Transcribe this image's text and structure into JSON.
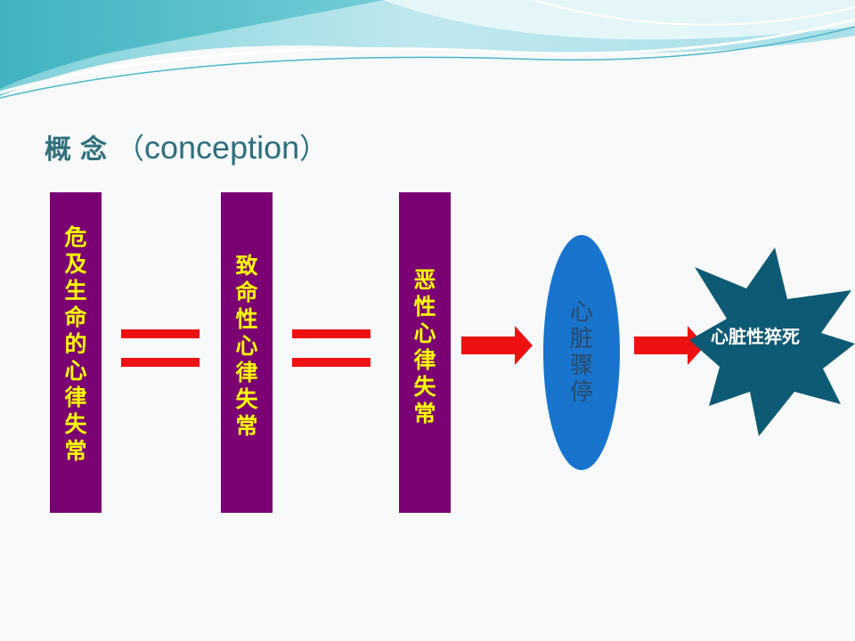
{
  "title": {
    "chinese": "概念",
    "open_paren": "（",
    "english": "conception",
    "close_paren": "）"
  },
  "columns": [
    {
      "label": "危及生命的心律失常"
    },
    {
      "label": "致命性心律失常"
    },
    {
      "label": "恶性心律失常"
    }
  ],
  "ellipse_label": "心脏骤停",
  "burst_label": "心脏性猝死",
  "colors": {
    "column_fill": "#7a0074",
    "column_text": "#ffff00",
    "equals_and_arrows": "#ee1111",
    "ellipse_fill": "#1874cd",
    "burst_fill": "#0d5a74",
    "title_text": "#2f6f7a"
  }
}
